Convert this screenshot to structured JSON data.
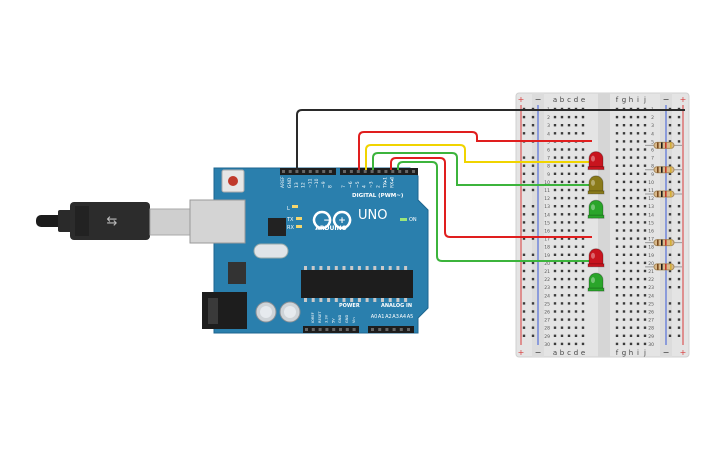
{
  "arduino": {
    "brand": "ARDUINO",
    "model": "UNO",
    "digital_label": "DIGITAL (PWM~)",
    "power_label": "POWER",
    "analog_label": "ANALOG IN",
    "on_label": "ON",
    "l_label": "L",
    "tx_label": "TX",
    "rx_label": "RX",
    "aref_label": "AREF",
    "gnd_label": "GND",
    "digital_pins": [
      "13",
      "12",
      "~11",
      "~10",
      "~9",
      "8",
      "7",
      "~6",
      "~5",
      "4",
      "~3",
      "2",
      "TX▸1",
      "RX◂0"
    ],
    "power_pins": [
      "IOREF",
      "RESET",
      "3.3V",
      "5V",
      "GND",
      "GND",
      "Vin"
    ],
    "analog_pins": [
      "A0",
      "A1",
      "A2",
      "A3",
      "A4",
      "A5"
    ]
  },
  "breadboard": {
    "column_letters_left": [
      "a",
      "b",
      "c",
      "d",
      "e"
    ],
    "column_letters_right": [
      "f",
      "g",
      "h",
      "i",
      "j"
    ],
    "row_numbers": [
      "1",
      "2",
      "3",
      "4",
      "5",
      "6",
      "7",
      "8",
      "9",
      "10",
      "11",
      "12",
      "13",
      "14",
      "15",
      "16",
      "17",
      "18",
      "19",
      "20",
      "21",
      "22",
      "23",
      "24",
      "25",
      "26",
      "27",
      "28",
      "29",
      "30"
    ],
    "rail_plus": "+",
    "rail_minus": "−"
  },
  "components": {
    "leds": [
      {
        "name": "red",
        "color": "#c8141e",
        "row": 7
      },
      {
        "name": "yellow",
        "color": "#8a7a1a",
        "row": 10
      },
      {
        "name": "green",
        "color": "#2aa52a",
        "row": 13
      },
      {
        "name": "red-2",
        "color": "#c8141e",
        "row": 19
      },
      {
        "name": "green-2",
        "color": "#2aa52a",
        "row": 22
      }
    ],
    "resistor_rows": [
      5,
      8,
      11,
      17,
      20
    ]
  },
  "wires": [
    {
      "name": "gnd-wire",
      "color": "#2a2a2a"
    },
    {
      "name": "pin7-wire",
      "color": "#e01e1e"
    },
    {
      "name": "pin6-wire",
      "color": "#f0d400"
    },
    {
      "name": "pin5-wire",
      "color": "#3cb43c"
    },
    {
      "name": "pin3-wire",
      "color": "#e01e1e"
    },
    {
      "name": "pin2-wire",
      "color": "#3cb43c"
    }
  ],
  "colors": {
    "board": "#2a7fad",
    "board_dark": "#1f6a93",
    "breadboard": "#e6e6e6",
    "rail_red": "#d83a3a",
    "rail_blue": "#3a5ad8"
  }
}
